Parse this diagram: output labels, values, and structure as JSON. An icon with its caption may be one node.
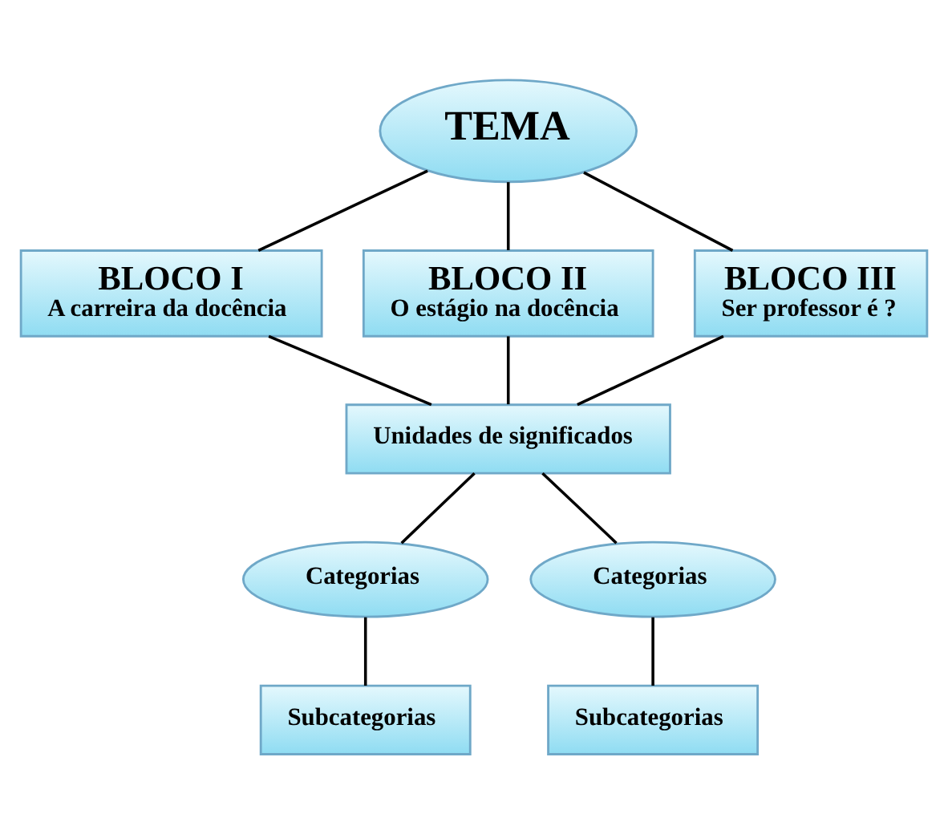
{
  "diagram": {
    "nodes": [
      {
        "text": [
          "TEMA"
        ]
      },
      {
        "text": [
          "BLOCO I",
          "A carreira da docência"
        ]
      },
      {
        "text": [
          "BLOCO II",
          "O estágio na docência"
        ]
      },
      {
        "text": [
          "BLOCO III",
          "Ser professor é ?"
        ]
      },
      {
        "text": [
          "Unidades de significados"
        ]
      },
      {
        "text": [
          "Categorias"
        ]
      },
      {
        "text": [
          "Categorias"
        ]
      },
      {
        "text": [
          "Subcategorias"
        ]
      },
      {
        "text": [
          "Subcategorias"
        ]
      }
    ],
    "edges": [
      {
        "from": 0,
        "to": 1,
        "arrow": "none"
      },
      {
        "from": 0,
        "to": 2,
        "arrow": "none"
      },
      {
        "from": 0,
        "to": 3,
        "arrow": "none"
      },
      {
        "from": 1,
        "to": 4,
        "arrow": "none"
      },
      {
        "from": 2,
        "to": 4,
        "arrow": "none"
      },
      {
        "from": 3,
        "to": 4,
        "arrow": "none"
      },
      {
        "from": 4,
        "to": 5,
        "arrow": "none"
      },
      {
        "from": 4,
        "to": 6,
        "arrow": "none"
      },
      {
        "from": 5,
        "to": 7,
        "arrow": "none"
      },
      {
        "from": 6,
        "to": 8,
        "arrow": "none"
      }
    ]
  }
}
